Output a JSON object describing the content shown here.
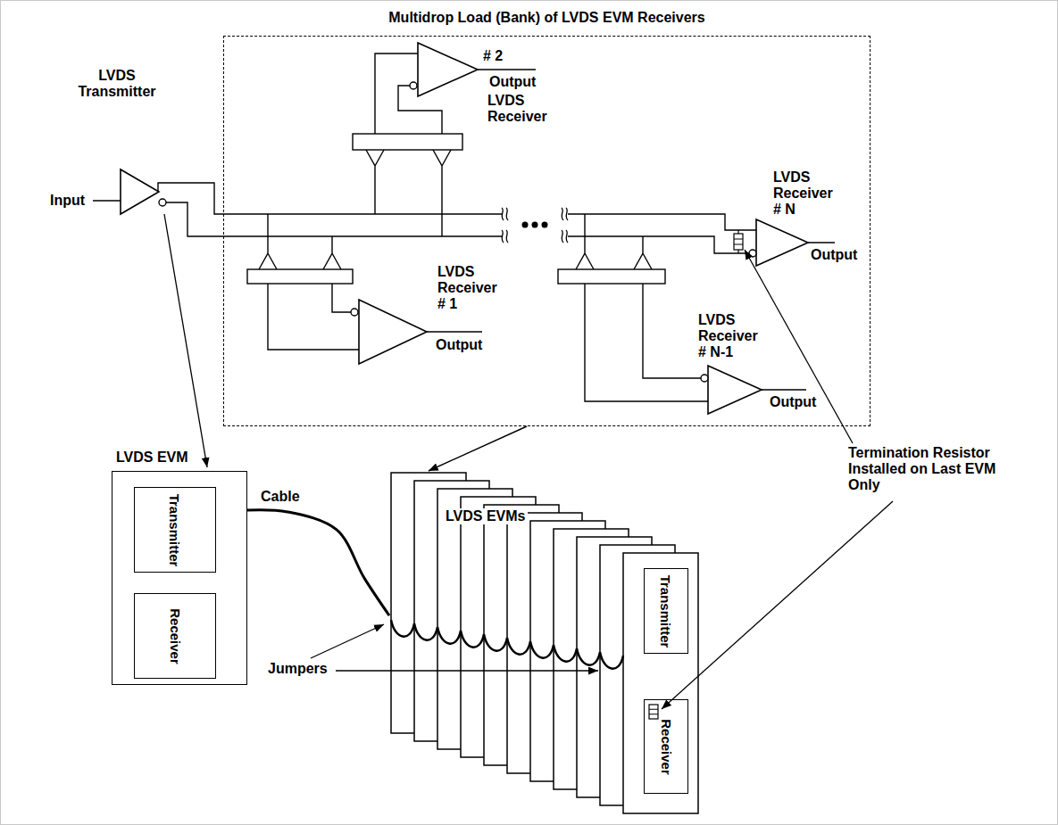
{
  "diagram": {
    "nodes": [
      {
        "text": [
          "Multidrop Load (Bank) of LVDS EVM Receivers"
        ]
      },
      {
        "text": [
          "LVDS EVM"
        ]
      },
      {
        "text": [
          "Transmitter"
        ],
        "in": 1
      },
      {
        "text": [
          "Receiver"
        ],
        "in": 1
      },
      {
        "text": [
          "LVDS EVMs"
        ]
      },
      {
        "text": [
          "Transmitter"
        ],
        "in": 4
      },
      {
        "text": [
          "Receiver"
        ],
        "in": 4
      }
    ],
    "edges": [
      {
        "from": 0,
        "to": 4,
        "arrow": "to"
      },
      {
        "from": 1,
        "to": 4,
        "label": "Cable",
        "arrow": "none"
      }
    ],
    "labels": [
      "LVDS Transmitter",
      "Input",
      "# 2",
      "Output",
      "LVDS Receiver",
      "LVDS Receiver # N",
      "Output",
      "LVDS Receiver # 1",
      "Output",
      "LVDS Receiver # N-1",
      "Output",
      "Jumpers",
      "Termination Resistor Installed on Last EVM Only"
    ]
  }
}
